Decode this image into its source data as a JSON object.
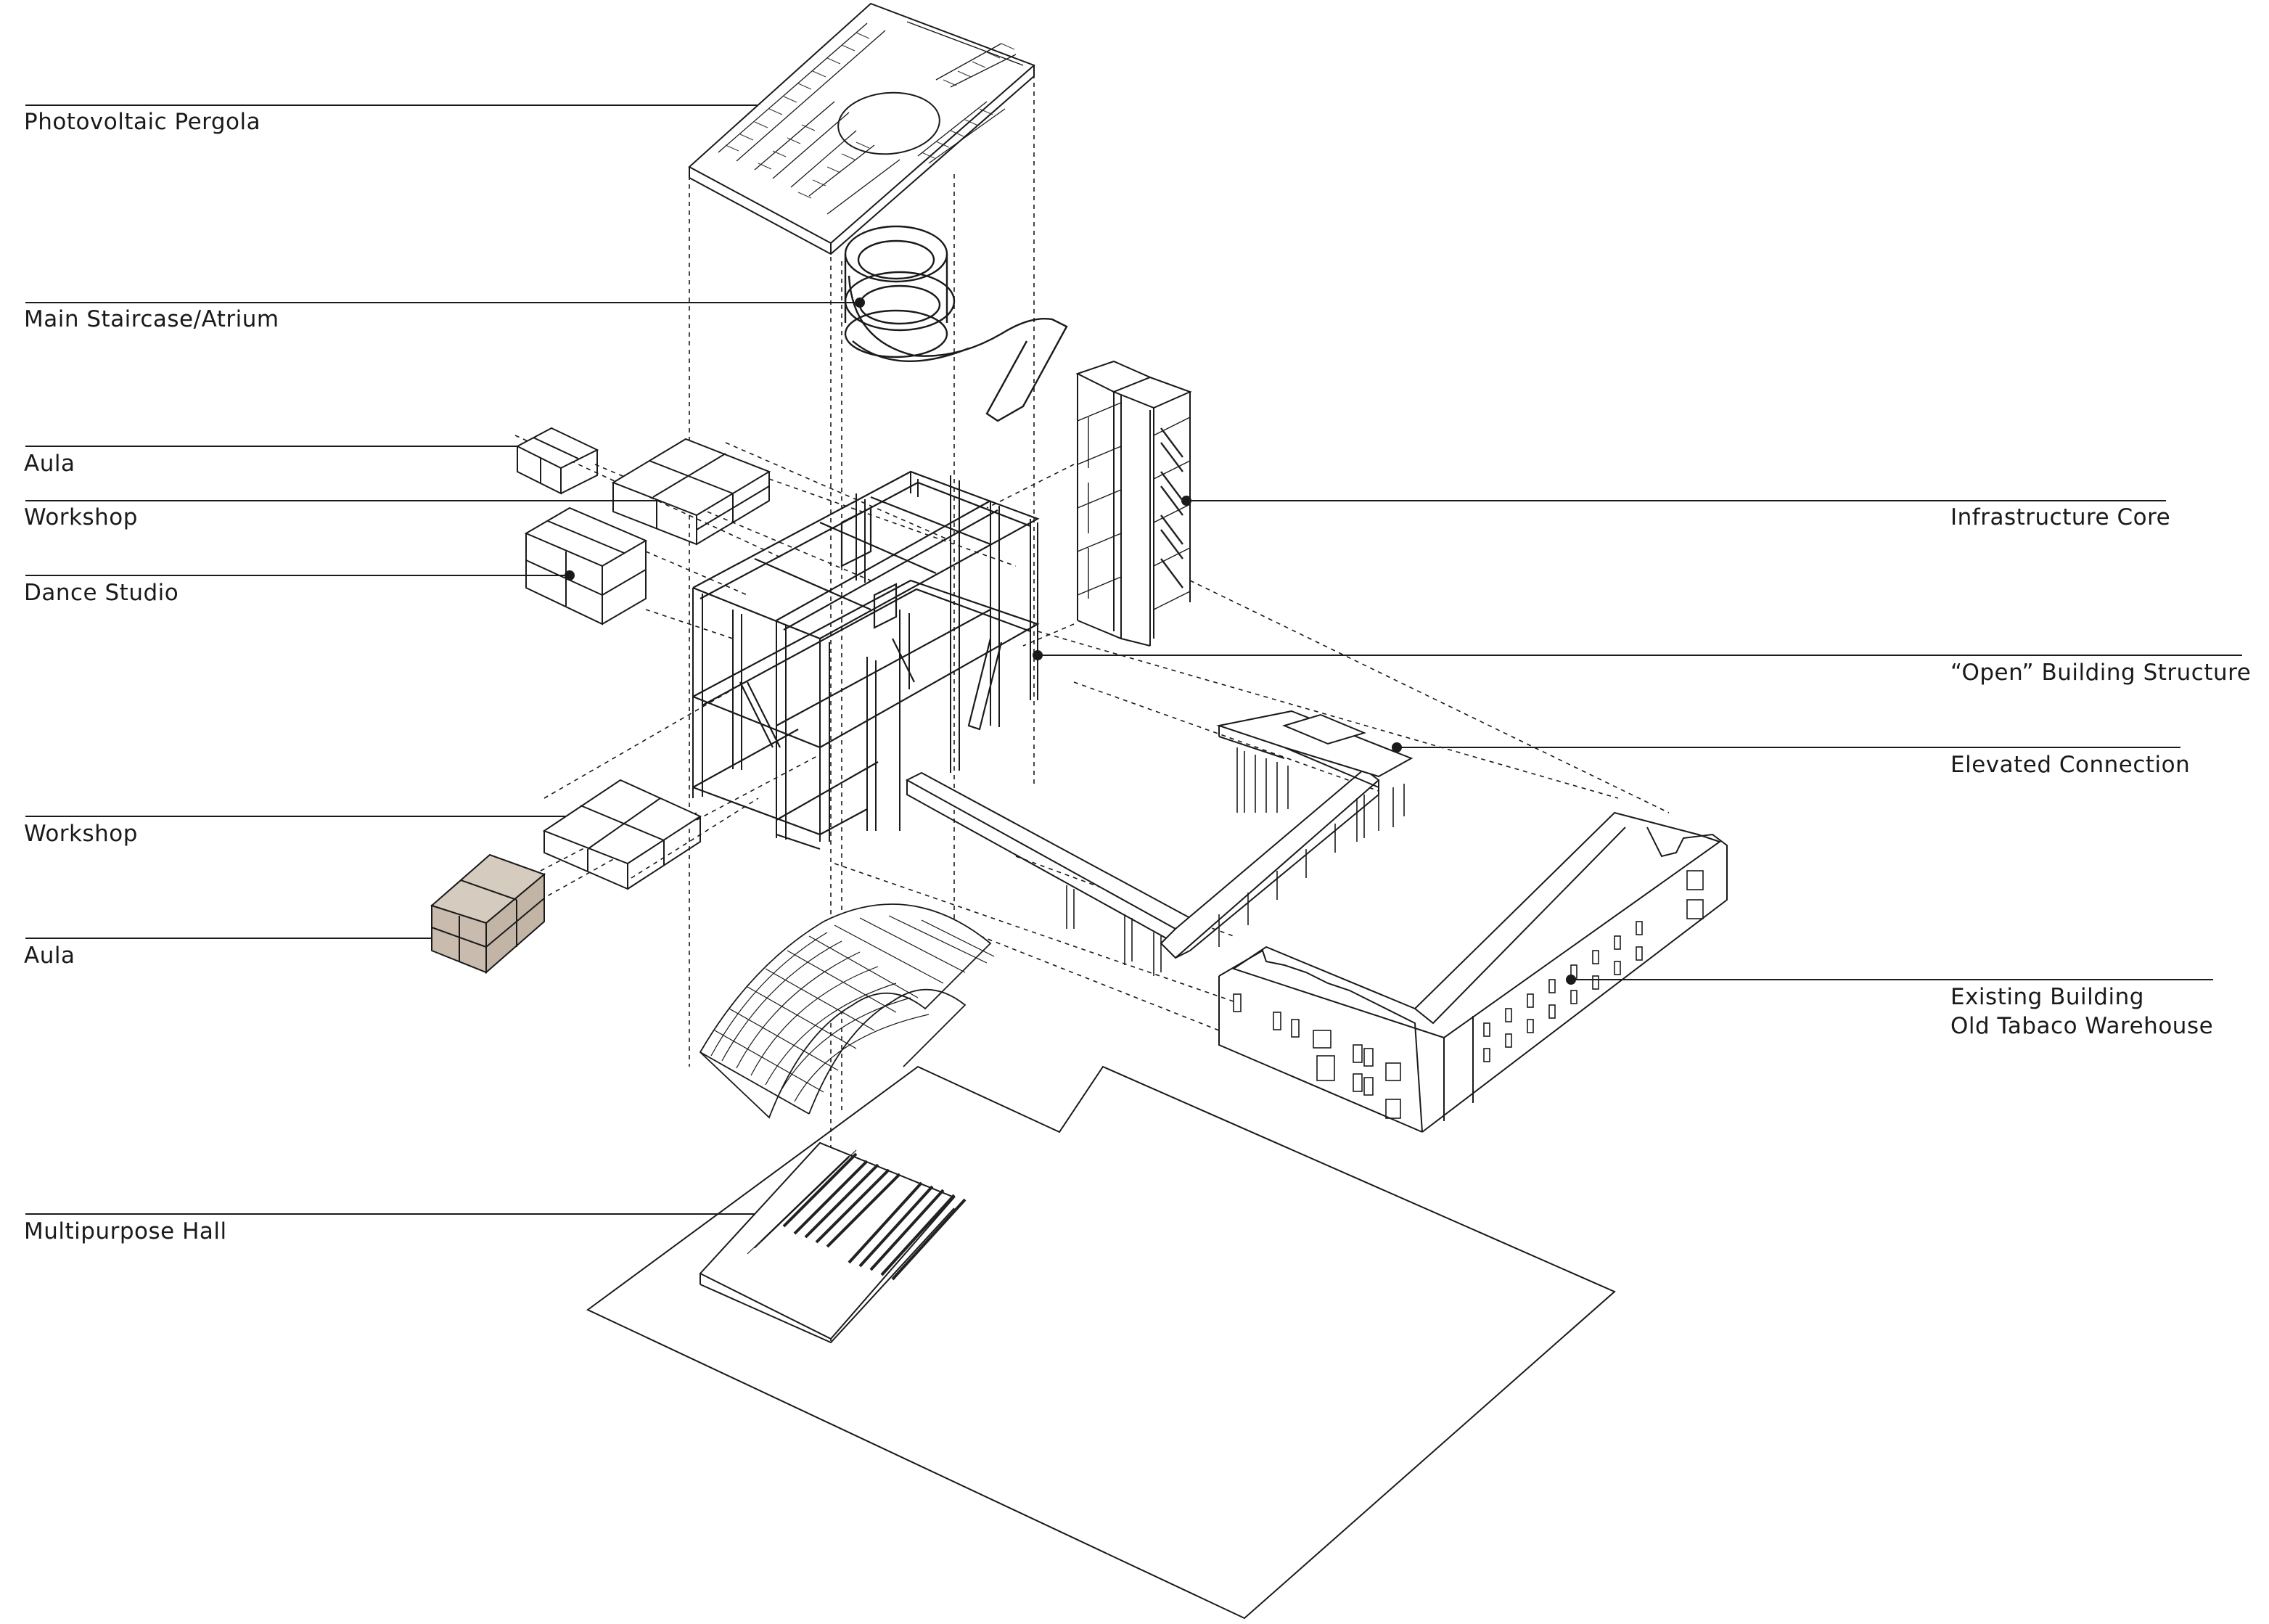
{
  "labels": {
    "photovoltaic_pergola": "Photovoltaic Pergola",
    "main_staircase": "Main Staircase/Atrium",
    "aula_top": "Aula",
    "workshop_top": "Workshop",
    "dance_studio": "Dance Studio",
    "workshop_bottom": "Workshop",
    "aula_bottom": "Aula",
    "multipurpose_hall": "Multipurpose Hall",
    "infrastructure_core": "Infrastructure Core",
    "open_structure": "“Open” Building Structure",
    "elevated_connection": "Elevated Connection",
    "existing_building_line1": "Existing Building",
    "existing_building_line2": "Old Tabaco Warehouse"
  },
  "colors": {
    "line": "#1a1a1a",
    "highlight_fill": "#c9bcae",
    "highlight_top": "#d6cbbf"
  }
}
